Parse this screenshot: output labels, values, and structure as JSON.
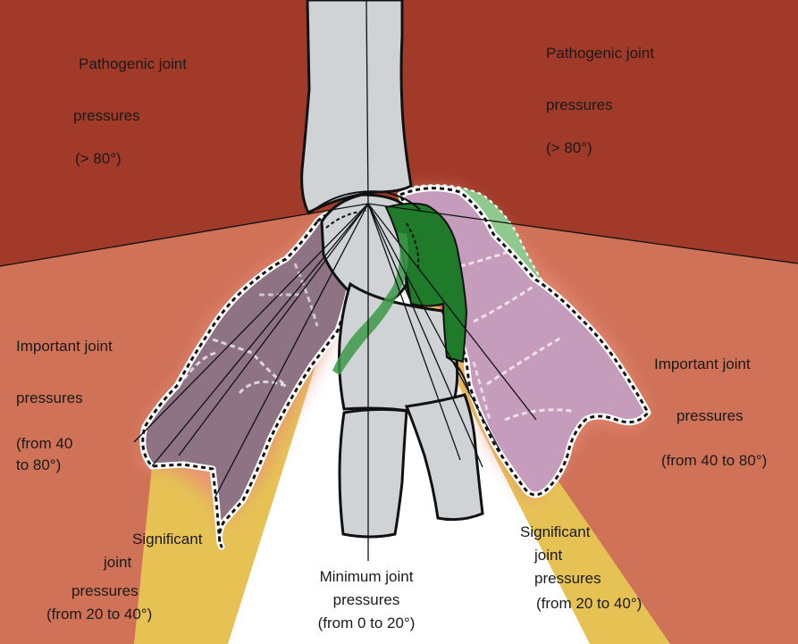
{
  "colors": {
    "pathogenic_zone": "#a13a28",
    "important_zone": "#cf7258",
    "significant_zone": "#e6c255",
    "minimum_zone": "#ffffff",
    "bone": "#cfd3d6",
    "ligament_left": "#8d7384",
    "ligament_right": "#c69cbc",
    "tendon": "#1f7a2a",
    "ligament_pale": "#8fc98e"
  },
  "icons": [
    "ankle-bone-drawing-icon",
    "ligament-drawing-icon"
  ],
  "labels": {
    "pathogenic_left": {
      "line1": "Pathogenic joint",
      "line2": "pressures",
      "line3": "(> 80°)"
    },
    "pathogenic_right": {
      "line1": "Pathogenic joint",
      "line2": "pressures",
      "line3": "(> 80°)"
    },
    "important_left": {
      "line1": "Important joint",
      "line2": "pressures",
      "line3": "(from 40",
      "line4": "to 80°)"
    },
    "important_right": {
      "line1": "Important joint",
      "line2": "pressures",
      "line3": "(from 40 to 80°)"
    },
    "significant_left": {
      "line1": "Significant",
      "line2": "joint",
      "line3": "pressures",
      "line4": "(from 20 to 40°)"
    },
    "significant_right": {
      "line1": "Significant",
      "line2": "joint",
      "line3": "pressures",
      "line4": "(from 20 to 40°)"
    },
    "minimum": {
      "line1": "Minimum joint",
      "line2": "pressures",
      "line3": "(from 0 to 20°)"
    }
  }
}
